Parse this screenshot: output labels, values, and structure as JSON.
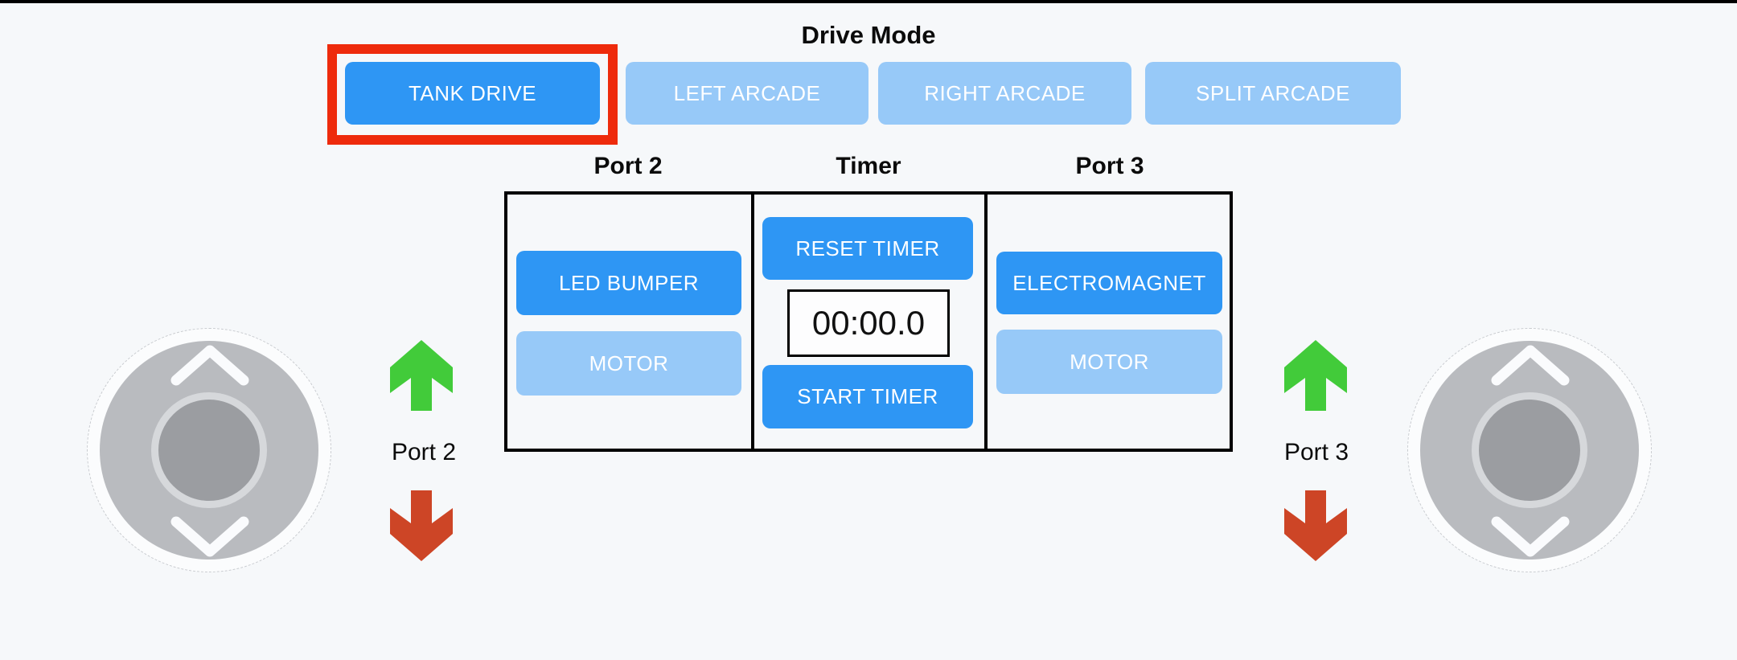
{
  "title": "Drive Mode",
  "drive_modes": [
    {
      "label": "TANK DRIVE",
      "active": true,
      "highlighted": true
    },
    {
      "label": "LEFT ARCADE",
      "active": false,
      "highlighted": false
    },
    {
      "label": "RIGHT ARCADE",
      "active": false,
      "highlighted": false
    },
    {
      "label": "SPLIT ARCADE",
      "active": false,
      "highlighted": false
    }
  ],
  "panel": {
    "columns": [
      {
        "header": "Port 2",
        "buttons": [
          {
            "label": "LED BUMPER",
            "active": true
          },
          {
            "label": "MOTOR",
            "active": false
          }
        ]
      },
      {
        "header": "Timer",
        "buttons": [
          {
            "label": "RESET TIMER",
            "active": true
          },
          {
            "label": "START TIMER",
            "active": true
          }
        ],
        "display": "00:00.0"
      },
      {
        "header": "Port 3",
        "buttons": [
          {
            "label": "ELECTROMAGNET",
            "active": true
          },
          {
            "label": "MOTOR",
            "active": false
          }
        ]
      }
    ]
  },
  "sides": {
    "left": {
      "label": "Port 2"
    },
    "right": {
      "label": "Port 3"
    }
  },
  "icons": {
    "up_arrow": "thick-up-arrow",
    "down_arrow": "thick-down-arrow",
    "joystick_chevrons": "chevron-up and chevron-down"
  },
  "colors": {
    "background": "#f6f8fa",
    "top_bar": "#000000",
    "button_active": "#2e96f4",
    "button_inactive": "#97c9f8",
    "button_text": "#ffffff",
    "highlight_red": "#ee2b0c",
    "arrow_up_green": "#42cb3a",
    "arrow_down_red": "#cd4526",
    "panel_border": "#000000",
    "timer_background": "#fdfdfe",
    "joystick_halo": "#fbfcfd",
    "joystick_disc": "#b9bbbf",
    "joystick_knob": "#9b9da1",
    "joystick_knob_ring": "#d6d8db"
  }
}
